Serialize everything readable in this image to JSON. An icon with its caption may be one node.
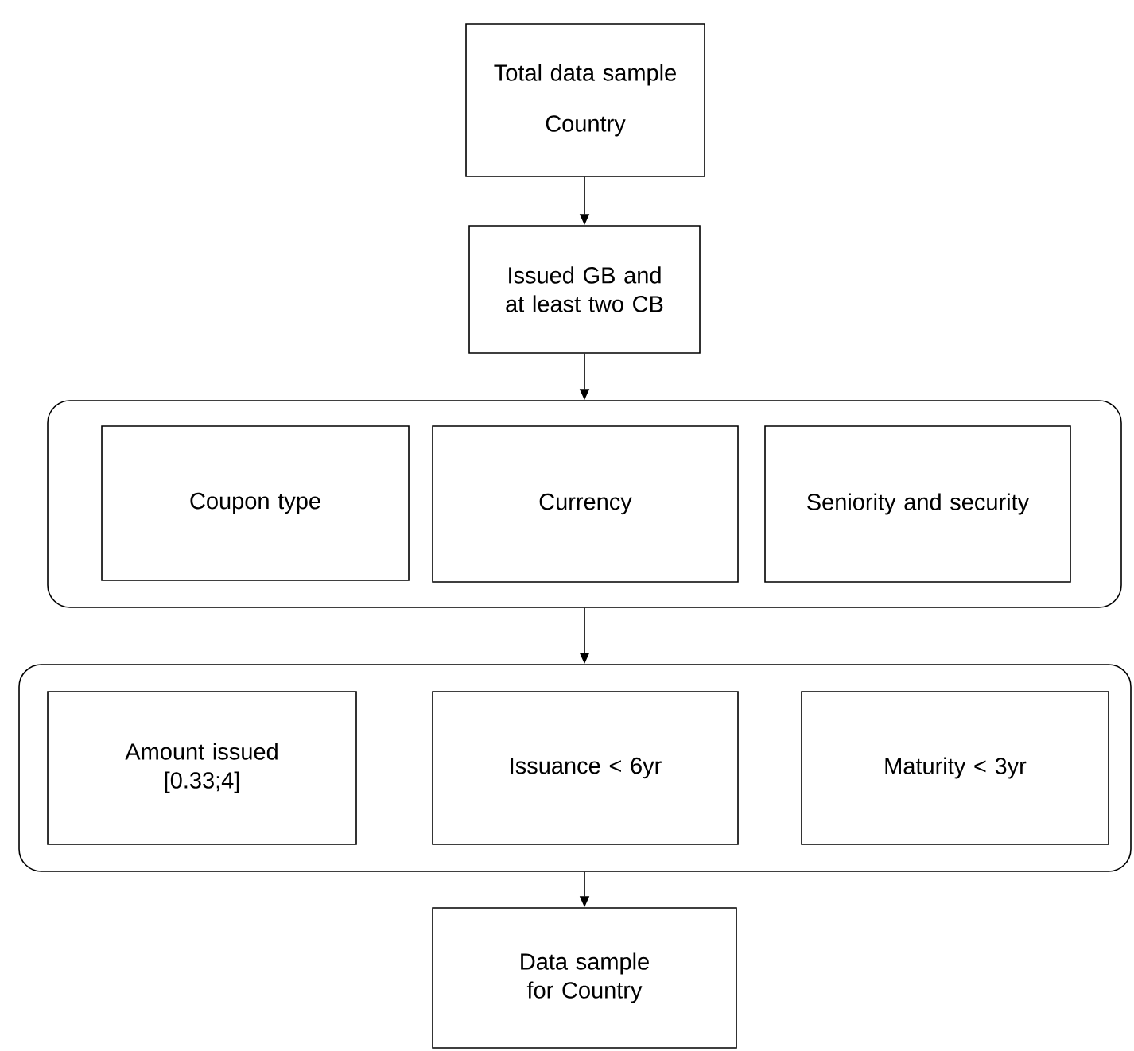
{
  "diagram": {
    "nodes": [
      {
        "text": [
          "Total data sample",
          "Country"
        ]
      },
      {
        "text": [
          "Issued GB and at least two CB"
        ]
      },
      {
        "text": [],
        "shape": "box"
      },
      {
        "text": [
          "Coupon type"
        ],
        "in": 2
      },
      {
        "text": [
          "Currency"
        ],
        "in": 2
      },
      {
        "text": [
          "Seniority and security"
        ],
        "in": 2
      },
      {
        "text": [],
        "shape": "box"
      },
      {
        "text": [
          "Amount issued [0.33;4]"
        ],
        "in": 6
      },
      {
        "text": [
          "Issuance < 6yr"
        ],
        "in": 6
      },
      {
        "text": [
          "Maturity < 3yr"
        ],
        "in": 6
      },
      {
        "text": [
          "Data sample for Country"
        ]
      }
    ],
    "edges": [
      {
        "from": 0,
        "to": 1,
        "arrow": "to"
      },
      {
        "from": 1,
        "to": 2,
        "arrow": "to"
      },
      {
        "from": 2,
        "to": 6,
        "arrow": "to"
      },
      {
        "from": 6,
        "to": 10,
        "arrow": "to"
      }
    ]
  }
}
